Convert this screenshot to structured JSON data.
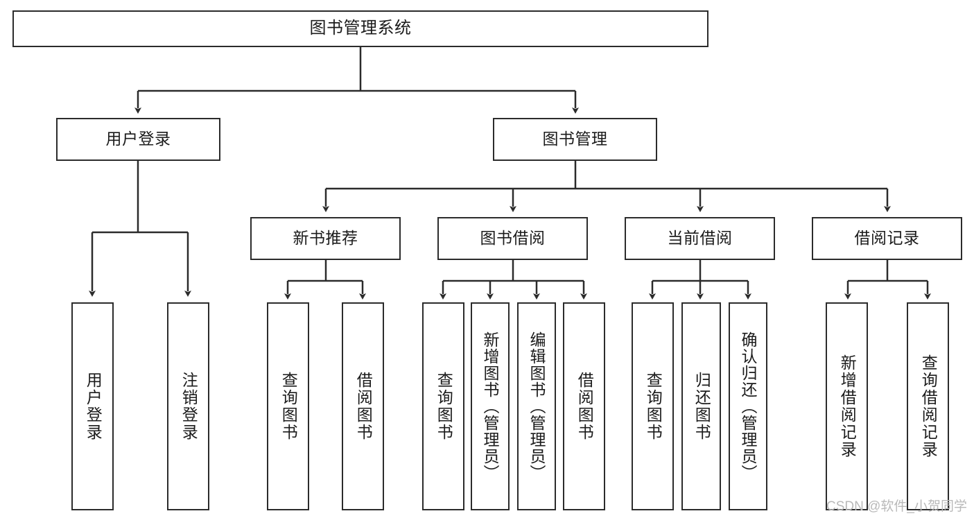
{
  "diagram": {
    "title": "图书管理系统",
    "type": "tree-hierarchy-chart",
    "watermark": "CSDN @软件_小贺同学",
    "colors": {
      "stroke": "#2b2b2b",
      "fill": "#ffffff",
      "text": "#1b1b1b",
      "watermark": "#b9b9b9",
      "background": "#ffffff"
    },
    "nodes": {
      "root": {
        "label": "图书管理系统"
      },
      "level2": [
        {
          "label": "用户登录"
        },
        {
          "label": "图书管理"
        }
      ],
      "level3": [
        {
          "label": "新书推荐"
        },
        {
          "label": "图书借阅"
        },
        {
          "label": "当前借阅"
        },
        {
          "label": "借阅记录"
        }
      ],
      "leaves_user_login": [
        {
          "label": "用户登录"
        },
        {
          "label": "注销登录"
        }
      ],
      "leaves_new_books": [
        {
          "label": "查询图书"
        },
        {
          "label": "借阅图书"
        }
      ],
      "leaves_borrow": [
        {
          "label": "查询图书"
        },
        {
          "label": "新增图书（管理员）"
        },
        {
          "label": "编辑图书（管理员）"
        },
        {
          "label": "借阅图书"
        }
      ],
      "leaves_current": [
        {
          "label": "查询图书"
        },
        {
          "label": "归还图书"
        },
        {
          "label": "确认归还（管理员）"
        }
      ],
      "leaves_records": [
        {
          "label": "新增借阅记录"
        },
        {
          "label": "查询借阅记录"
        }
      ]
    }
  }
}
